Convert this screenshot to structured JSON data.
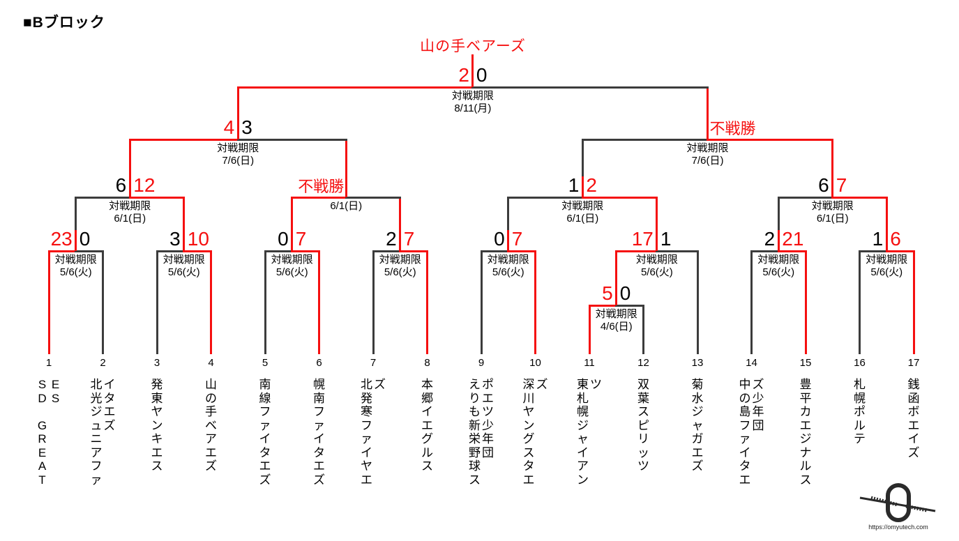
{
  "title": "■Bブロック",
  "champion": "山の手ベアーズ",
  "colors": {
    "red": "#f50f0f",
    "line": "#3c3c3c",
    "text": "#000000"
  },
  "watermark": {
    "url": "https://omyutech.com"
  },
  "teams": [
    {
      "no": "1",
      "name": "SD GREATES",
      "columns": [
        "SD GREAT",
        "ES"
      ]
    },
    {
      "no": "2",
      "name": "北光ジュニアファイタエズ",
      "columns": [
        "北光ジュニアファ",
        "イタエズ"
      ]
    },
    {
      "no": "3",
      "name": "発東ヤンキエス",
      "columns": [
        "発東ヤンキエス"
      ]
    },
    {
      "no": "4",
      "name": "山の手ベアエズ",
      "columns": [
        "山の手ベアエズ"
      ]
    },
    {
      "no": "5",
      "name": "南線ファイタエズ",
      "columns": [
        "南線ファイタエズ"
      ]
    },
    {
      "no": "6",
      "name": "幌南ファイタエズ",
      "columns": [
        "幌南ファイタエズ"
      ]
    },
    {
      "no": "7",
      "name": "北発寒ファイヤエズ",
      "columns": [
        "北発寒ファイヤエ",
        "ズ"
      ]
    },
    {
      "no": "8",
      "name": "本郷イエグルス",
      "columns": [
        "本郷イエグルス"
      ]
    },
    {
      "no": "9",
      "name": "えりも新栄野球スポエツ少年団",
      "columns": [
        "えりも新栄野球ス",
        "ポエツ少年団"
      ]
    },
    {
      "no": "10",
      "name": "深川ヤングスタエズ",
      "columns": [
        "深川ヤングスタエ",
        "ズ"
      ]
    },
    {
      "no": "11",
      "name": "東札幌ジャイアンツ",
      "columns": [
        "東札幌ジャイアン",
        "ツ"
      ]
    },
    {
      "no": "12",
      "name": "双葉スピリッツ",
      "columns": [
        "双葉スピリッツ"
      ]
    },
    {
      "no": "13",
      "name": "菊水ジャガエズ",
      "columns": [
        "菊水ジャガエズ"
      ]
    },
    {
      "no": "14",
      "name": "中の島ファイタエズ少年団",
      "columns": [
        "中の島ファイタエ",
        "ズ少年団"
      ]
    },
    {
      "no": "15",
      "name": "豊平カエジナルス",
      "columns": [
        "豊平カエジナルス"
      ]
    },
    {
      "no": "16",
      "name": "札幌ポルテ",
      "columns": [
        "札幌ポルテ"
      ]
    },
    {
      "no": "17",
      "name": "銭函ボエイズ",
      "columns": [
        "銭函ボエイズ"
      ]
    }
  ],
  "matches": [
    {
      "id": "m12",
      "left_score": "23",
      "right_score": "0",
      "winner": "left",
      "conn_up": "black",
      "deadline": [
        "対戦期限",
        "5/6(火)"
      ]
    },
    {
      "id": "m34",
      "left_score": "3",
      "right_score": "10",
      "winner": "right",
      "conn_up": "red",
      "deadline": [
        "対戦期限",
        "5/6(火)"
      ]
    },
    {
      "id": "m56",
      "left_score": "0",
      "right_score": "7",
      "winner": "right",
      "conn_up": "red",
      "deadline": [
        "対戦期限",
        "5/6(火)"
      ]
    },
    {
      "id": "m78",
      "left_score": "2",
      "right_score": "7",
      "winner": "right",
      "conn_up": "red",
      "deadline": [
        "対戦期限",
        "5/6(火)"
      ]
    },
    {
      "id": "m910",
      "left_score": "0",
      "right_score": "7",
      "winner": "right",
      "conn_up": "black",
      "deadline": [
        "対戦期限",
        "5/6(火)"
      ]
    },
    {
      "id": "m1112",
      "left_score": "5",
      "right_score": "0",
      "winner": "left",
      "conn_up": "red",
      "deadline": [
        "対戦期限",
        "4/6(日)"
      ]
    },
    {
      "id": "mv13",
      "left_score": "17",
      "right_score": "1",
      "winner": "left",
      "conn_up": "red",
      "deadline": [
        "対戦期限",
        "5/6(火)"
      ]
    },
    {
      "id": "m1415",
      "left_score": "2",
      "right_score": "21",
      "winner": "right",
      "conn_up": "black",
      "deadline": [
        "対戦期限",
        "5/6(火)"
      ]
    },
    {
      "id": "m1617",
      "left_score": "1",
      "right_score": "6",
      "winner": "right",
      "conn_up": "red",
      "deadline": [
        "対戦期限",
        "5/6(火)"
      ]
    },
    {
      "id": "qf1",
      "left_score": "6",
      "right_score": "12",
      "winner": "right",
      "conn_up": "red",
      "deadline": [
        "対戦期限",
        "6/1(日)"
      ]
    },
    {
      "id": "qf2",
      "walkover": {
        "label": "不戦勝",
        "side": "left"
      },
      "winner": "left",
      "conn_up": "red",
      "deadline": [
        "6/1(日)"
      ]
    },
    {
      "id": "qf3",
      "left_score": "1",
      "right_score": "2",
      "winner": "right",
      "conn_up": "black",
      "deadline": [
        "対戦期限",
        "6/1(日)"
      ]
    },
    {
      "id": "qf4",
      "left_score": "6",
      "right_score": "7",
      "winner": "right",
      "conn_up": "red",
      "deadline": [
        "対戦期限",
        "6/1(日)"
      ]
    },
    {
      "id": "sf1",
      "left_score": "4",
      "right_score": "3",
      "winner": "left",
      "conn_up": "red",
      "deadline": [
        "対戦期限",
        "7/6(日)"
      ]
    },
    {
      "id": "sf2",
      "walkover": {
        "label": "不戦勝",
        "side": "right"
      },
      "winner": "right",
      "conn_up": "red",
      "deadline": [
        "対戦期限",
        "7/6(日)"
      ]
    },
    {
      "id": "f",
      "left_score": "2",
      "right_score": "0",
      "winner": "left",
      "conn_up": "red",
      "deadline": [
        "対戦期限",
        "8/11(月)"
      ]
    }
  ]
}
